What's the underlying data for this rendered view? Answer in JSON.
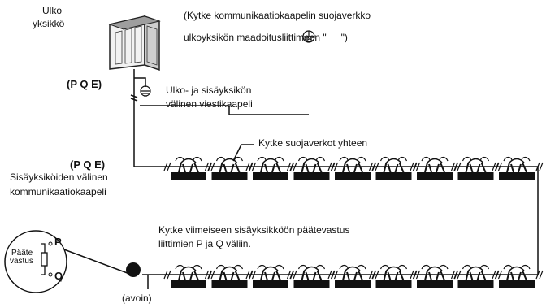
{
  "outdoor_unit": {
    "label_line1": "Ulko",
    "label_line2": "yksikkö"
  },
  "shield_note": {
    "line1": "(Kytke kommunikaatiokaapelin suojaverkko",
    "line2_prefix": "ulkoyksikön maadoitusliittimeen \"",
    "line2_suffix": "\")"
  },
  "pqe_outdoor": "(P Q E)",
  "pqe_indoor": "(P Q E)",
  "outdoor_indoor_cable": {
    "line1": "Ulko- ja sisäyksikön",
    "line2": "välinen viestikaapeli"
  },
  "connect_shields": "Kytke suojaverkot yhteen",
  "indoor_cable": {
    "line1": "Sisäyksiköiden välinen",
    "line2": "kommunikaatiokaapeli"
  },
  "terminator_note": {
    "line1": "Kytke viimeiseen sisäyksikköön päätevastus",
    "line2": "liittimien P ja Q väliin."
  },
  "resistor": {
    "label_line1": "Pääte",
    "label_line2": "vastus",
    "terminal_p": "P",
    "terminal_q": "Q"
  },
  "open_label": "(avoin)",
  "indoor_units_per_row": 9
}
